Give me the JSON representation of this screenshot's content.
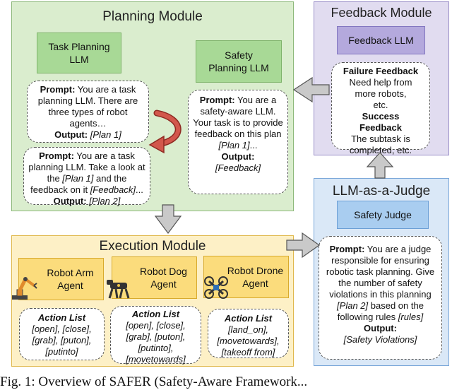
{
  "planning": {
    "title": "Planning Module",
    "task_llm": "Task Planning LLM",
    "safety_llm": "Safety Planning LLM",
    "prompt1": {
      "prompt_label": "Prompt:",
      "prompt_text": " You are a task planning LLM. There are three types of robot agents…",
      "output_label": "Output:",
      "output_text": "[Plan 1]"
    },
    "prompt2": {
      "prompt_label": "Prompt:",
      "text_a": " You are a task planning LLM. Take a look at the ",
      "plan_ref": "[Plan 1]",
      "text_b": " and the feedback on it ",
      "feedback_ref": "[Feedback]",
      "text_c": "...",
      "output_label": "Output:",
      "output_text": "[Plan 2]"
    },
    "safety_prompt": {
      "prompt_label": "Prompt:",
      "text_a": " You are a safety-aware LLM. Your task is to provide feedback on this plan ",
      "plan_ref": "[Plan 1]",
      "text_b": "...",
      "output_label": "Output:",
      "output_text": "[Feedback]"
    }
  },
  "feedback": {
    "title": "Feedback Module",
    "llm": "Feedback LLM",
    "failure_label": "Failure Feedback",
    "failure_text": "Need help from more robots, etc.",
    "success_label": "Success Feedback",
    "success_text": "The subtask is completed, etc."
  },
  "judge": {
    "title": "LLM-as-a-Judge",
    "box": "Safety Judge",
    "prompt_label": "Prompt:",
    "text_a": " You are a judge responsible for ensuring robotic task planning. Give the number of safety violations in this planning ",
    "plan_ref": "[Plan 2]",
    "text_b": " based on the following rules ",
    "rules_ref": "[rules]",
    "output_label": "Output:",
    "output_text": "[Safety Violations]"
  },
  "execution": {
    "title": "Execution Module",
    "agents": [
      {
        "name": "Robot Arm Agent",
        "icon": "robot-arm-icon"
      },
      {
        "name": "Robot Dog Agent",
        "icon": "robot-dog-icon"
      },
      {
        "name": "Robot Drone Agent",
        "icon": "drone-icon"
      }
    ],
    "action_label": "Action List",
    "actions": [
      "[open], [close], [grab], [puton], [putinto]",
      "[open], [close], [grab], [puton], [putinto], [movetowards]",
      "[land_on], [movetowards], [takeoff from]"
    ]
  },
  "caption": "Fig. 1: Overview of SAFER (Safety-Aware Framework..."
}
